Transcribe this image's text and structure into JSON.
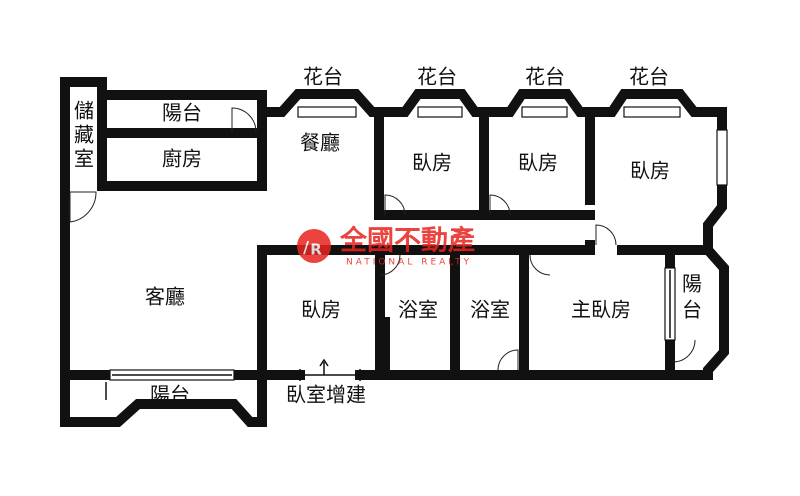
{
  "rooms": {
    "balcony_top_1": "花台",
    "balcony_top_2": "花台",
    "balcony_top_3": "花台",
    "balcony_top_4": "花台",
    "storage": "儲藏室",
    "balcony_upper": "陽台",
    "kitchen": "廚房",
    "dining": "餐廳",
    "bedroom_1": "臥房",
    "bedroom_2": "臥房",
    "bedroom_3": "臥房",
    "living": "客廳",
    "bedroom_4": "臥房",
    "bath_1": "浴室",
    "bath_2": "浴室",
    "master_bedroom": "主臥房",
    "balcony_right": "陽台",
    "balcony_lower": "陽台",
    "extension_note": "臥室增建"
  },
  "watermark": {
    "name": "全國不動產",
    "sub": "NATIONAL REALTY",
    "color": "#e8231f"
  }
}
